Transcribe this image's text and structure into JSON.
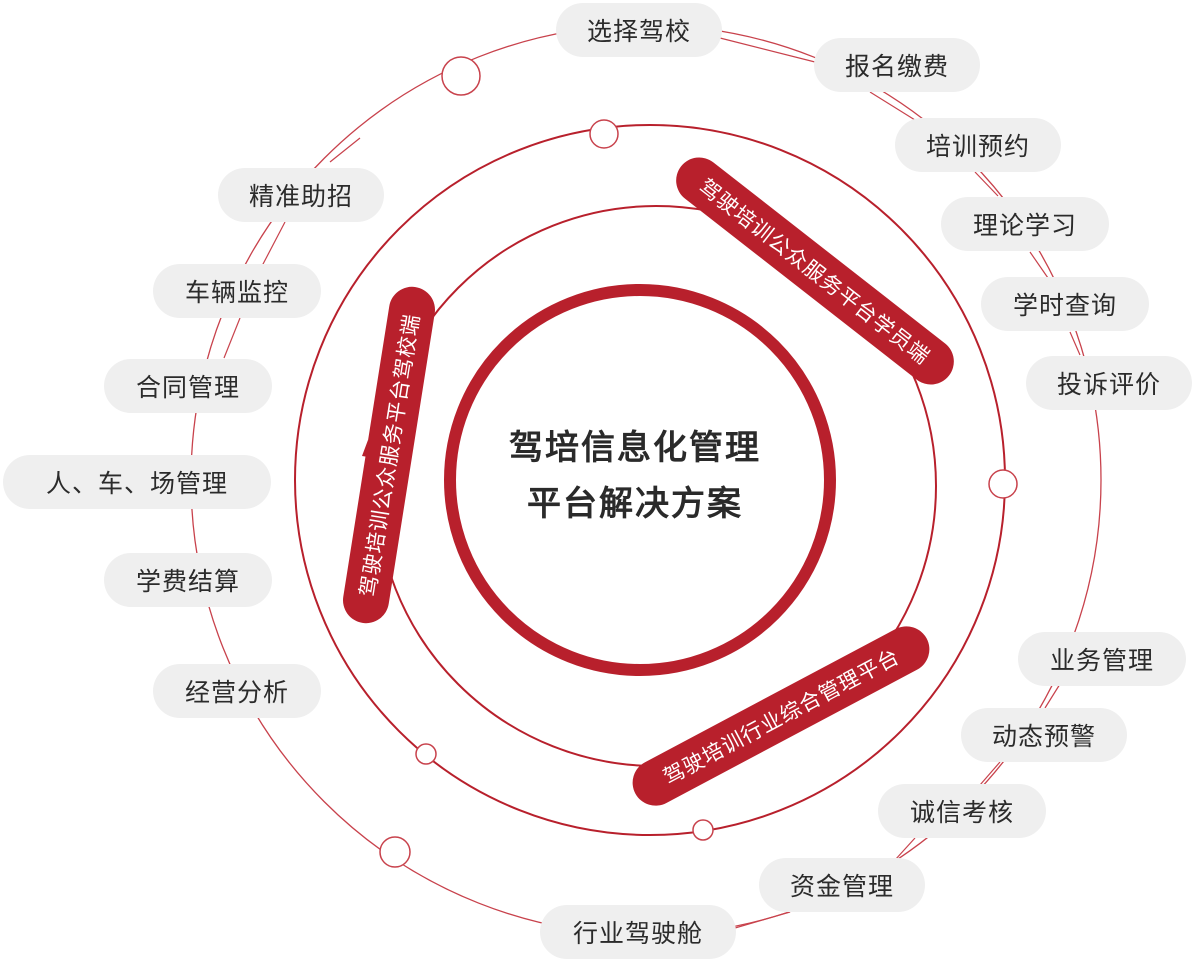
{
  "center": {
    "line1": "驾培信息化管理",
    "line2": "平台解决方案"
  },
  "banners": {
    "student": "驾驶培训公众服务平台学员端",
    "school": "驾驶培训公众服务平台驾校端",
    "industry": "驾驶培训行业综合管理平台"
  },
  "items": {
    "select_school": "选择驾校",
    "enroll_pay": "报名缴费",
    "training_booking": "培训预约",
    "theory_study": "理论学习",
    "hours_query": "学时查询",
    "complaint_review": "投诉评价",
    "precise_recruit": "精准助招",
    "vehicle_monitor": "车辆监控",
    "contract_mgmt": "合同管理",
    "people_car_site": "人、车、场管理",
    "fee_settlement": "学费结算",
    "business_analysis": "经营分析",
    "business_mgmt": "业务管理",
    "dynamic_warning": "动态预警",
    "credit_assessment": "诚信考核",
    "fund_mgmt": "资金管理",
    "industry_cockpit": "行业驾驶舱"
  },
  "colors": {
    "accent": "#b8202c",
    "ring": "#c8424c",
    "pill_bg": "#efefef",
    "text": "#2b2b2b"
  }
}
